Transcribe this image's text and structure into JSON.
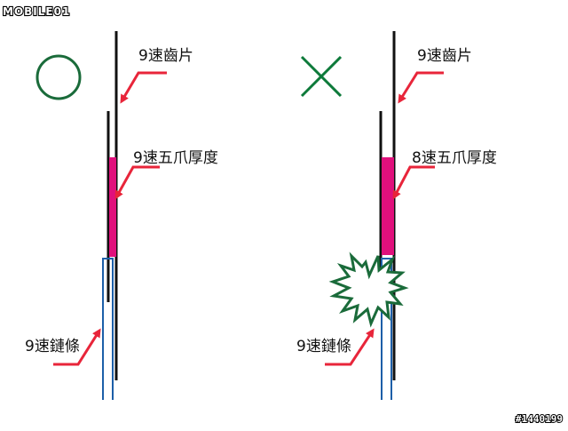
{
  "watermark": {
    "logo_text": "MOBILE01"
  },
  "image_id": "#1440199",
  "colors": {
    "good_mark": "#1a6b3a",
    "bad_mark": "#0d7a3a",
    "arrow": "#e8253a",
    "chain": "#1d5fa8",
    "thickness": "#e0107c",
    "cog": "#111111",
    "burst": "#1a6b3a"
  },
  "panels": {
    "left": {
      "mark": "circle",
      "label_cog": "9速齒片",
      "label_thickness": "9速五爪厚度",
      "label_chain": "9速鏈條"
    },
    "right": {
      "mark": "cross",
      "label_cog": "9速齒片",
      "label_thickness": "8速五爪厚度",
      "label_chain": "9速鏈條"
    }
  }
}
